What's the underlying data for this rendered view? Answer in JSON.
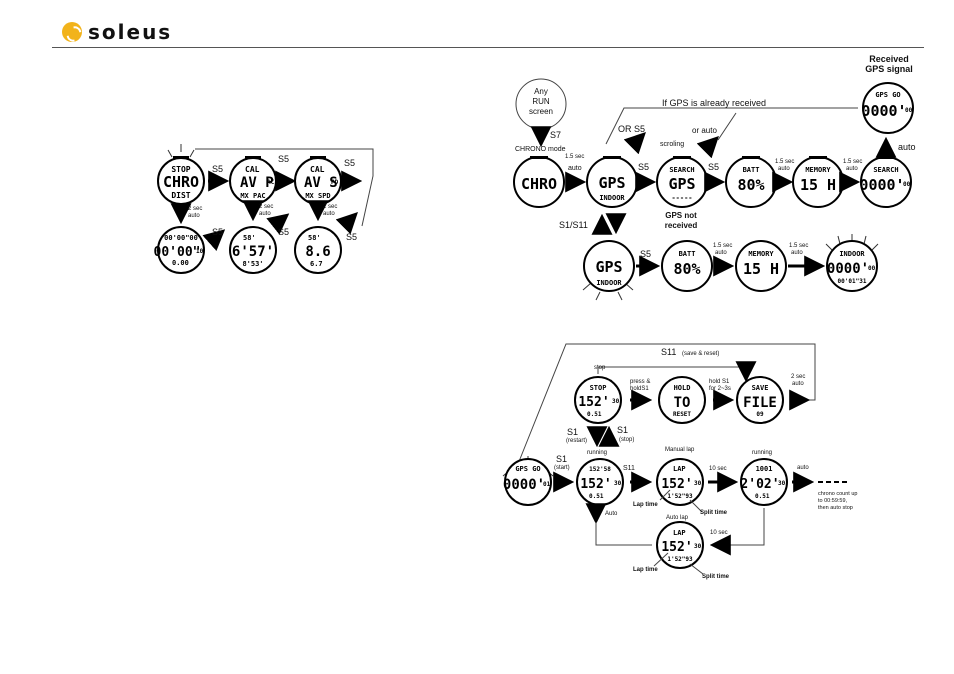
{
  "brand": {
    "name": "soleus",
    "logo_color": "#f2b31b"
  },
  "left_diagram": {
    "screens": [
      {
        "top": "STOP",
        "main": "CHRO",
        "bottom": "DIST"
      },
      {
        "top": "CAL",
        "main": "AV P",
        "sub": "AC",
        "bottom": "MX PAC"
      },
      {
        "top": "CAL",
        "main": "AV S",
        "sub": "PD",
        "bottom": "MX SPD"
      },
      {
        "top": "00'00\"00",
        "main": "00'00\"",
        "sub": "10",
        "bottom": "0.00"
      },
      {
        "top": "58'",
        "main": "6'57'",
        "bottom": "8'53'"
      },
      {
        "top": "58'",
        "main": "8.6",
        "bottom": "6.7"
      }
    ],
    "labels": {
      "s5_a": "S5",
      "s5_b": "S5",
      "s5_c": "S5",
      "s5_d": "S5",
      "s5_e": "S5",
      "s5_f": "S5",
      "two_sec_auto_a": "2 sec",
      "auto_a": "auto",
      "two_sec_auto_b": "2 sec",
      "auto_b": "auto",
      "two_sec_auto_c": "2 sec",
      "auto_c": "auto"
    }
  },
  "right_top": {
    "any_run": [
      "Any",
      "RUN",
      "screen"
    ],
    "s7": "S7",
    "chrono_mode": "CHRONO mode",
    "received_gps": [
      "Received",
      "GPS signal"
    ],
    "if_gps": "If GPS is already received",
    "or_s5": "OR S5",
    "or_auto": "or auto",
    "scroling": "scroling",
    "s5a": "S5",
    "s5b": "S5",
    "s5c": "S5",
    "s1s11": "S1/S11",
    "gps_not": [
      "GPS not",
      "received"
    ],
    "auto_up": "auto",
    "one5_sec": "1.5 sec",
    "auto": "auto",
    "screens": {
      "chro": "CHRO",
      "gps1": {
        "main": "GPS",
        "bottom": "INDOOR"
      },
      "search1": {
        "top": "SEARCH",
        "main": "GPS",
        "bottom": "-----"
      },
      "batt1": {
        "top": "BATT",
        "main": "80%"
      },
      "memory1": {
        "top": "MEMORY",
        "main": "15 H"
      },
      "search2": {
        "top": "SEARCH",
        "main": "0000'",
        "sub": "00"
      },
      "gpsgo": {
        "top": "GPS GO",
        "main": "0000'",
        "sub": "00"
      },
      "gps2": {
        "main": "GPS",
        "bottom": "INDOOR"
      },
      "batt2": {
        "top": "BATT",
        "main": "80%"
      },
      "memory2": {
        "top": "MEMORY",
        "main": "15 H"
      },
      "indoor": {
        "top": "INDOOR",
        "main": "0000'",
        "sub": "00",
        "bottom": "00'01\"31"
      }
    }
  },
  "right_bottom": {
    "s11_save": "S11",
    "save_reset": "(save & reset)",
    "stop_lbl": "stop",
    "press_hold": [
      "press &",
      "holdS1"
    ],
    "hold_s1": [
      "hold S1",
      "for 2~3s"
    ],
    "two_sec": [
      "2 sec",
      "auto"
    ],
    "s1_restart": "S1",
    "restart": "(restart)",
    "s1_stop": "S1",
    "stop_paren": "(stop)",
    "s1_start": "S1",
    "start": "(start)",
    "running1": "running",
    "s11": "S11",
    "manual_lap": "Manual lap",
    "ten_sec_a": "10 sec",
    "running2": "running",
    "auto_r": "auto",
    "chrono_count": [
      "chrono count up",
      "to 00:59:59,",
      "then auto stop"
    ],
    "lap_time_a": "Lap time",
    "split_time_a": "Split time",
    "auto_down": "Auto",
    "auto_lap": "Auto lap",
    "ten_sec_b": "10 sec",
    "lap_time_b": "Lap time",
    "split_time_b": "Split time",
    "screens": {
      "stop": {
        "top": "STOP",
        "main": "152'",
        "sub": "30",
        "bottom": "0.51"
      },
      "hold": {
        "top": "HOLD",
        "main": "TO",
        "bottom": "RESET"
      },
      "save": {
        "top": "SAVE",
        "main": "FILE",
        "bottom": "09"
      },
      "gpsgo": {
        "top": "GPS GO",
        "main": "0000'",
        "sub": "01"
      },
      "run1": {
        "top": "152'58",
        "main": "152'",
        "sub": "30",
        "bottom": "0.51"
      },
      "lap1": {
        "top": "LAP",
        "main": "152'",
        "sub": "30",
        "bottom": "1'52\"93"
      },
      "run2": {
        "top": "1001",
        "main": "2'02'",
        "sub": "30",
        "bottom": "0.51"
      },
      "lap2": {
        "top": "LAP",
        "main": "152'",
        "sub": "30",
        "bottom": "1'52\"93"
      }
    }
  }
}
